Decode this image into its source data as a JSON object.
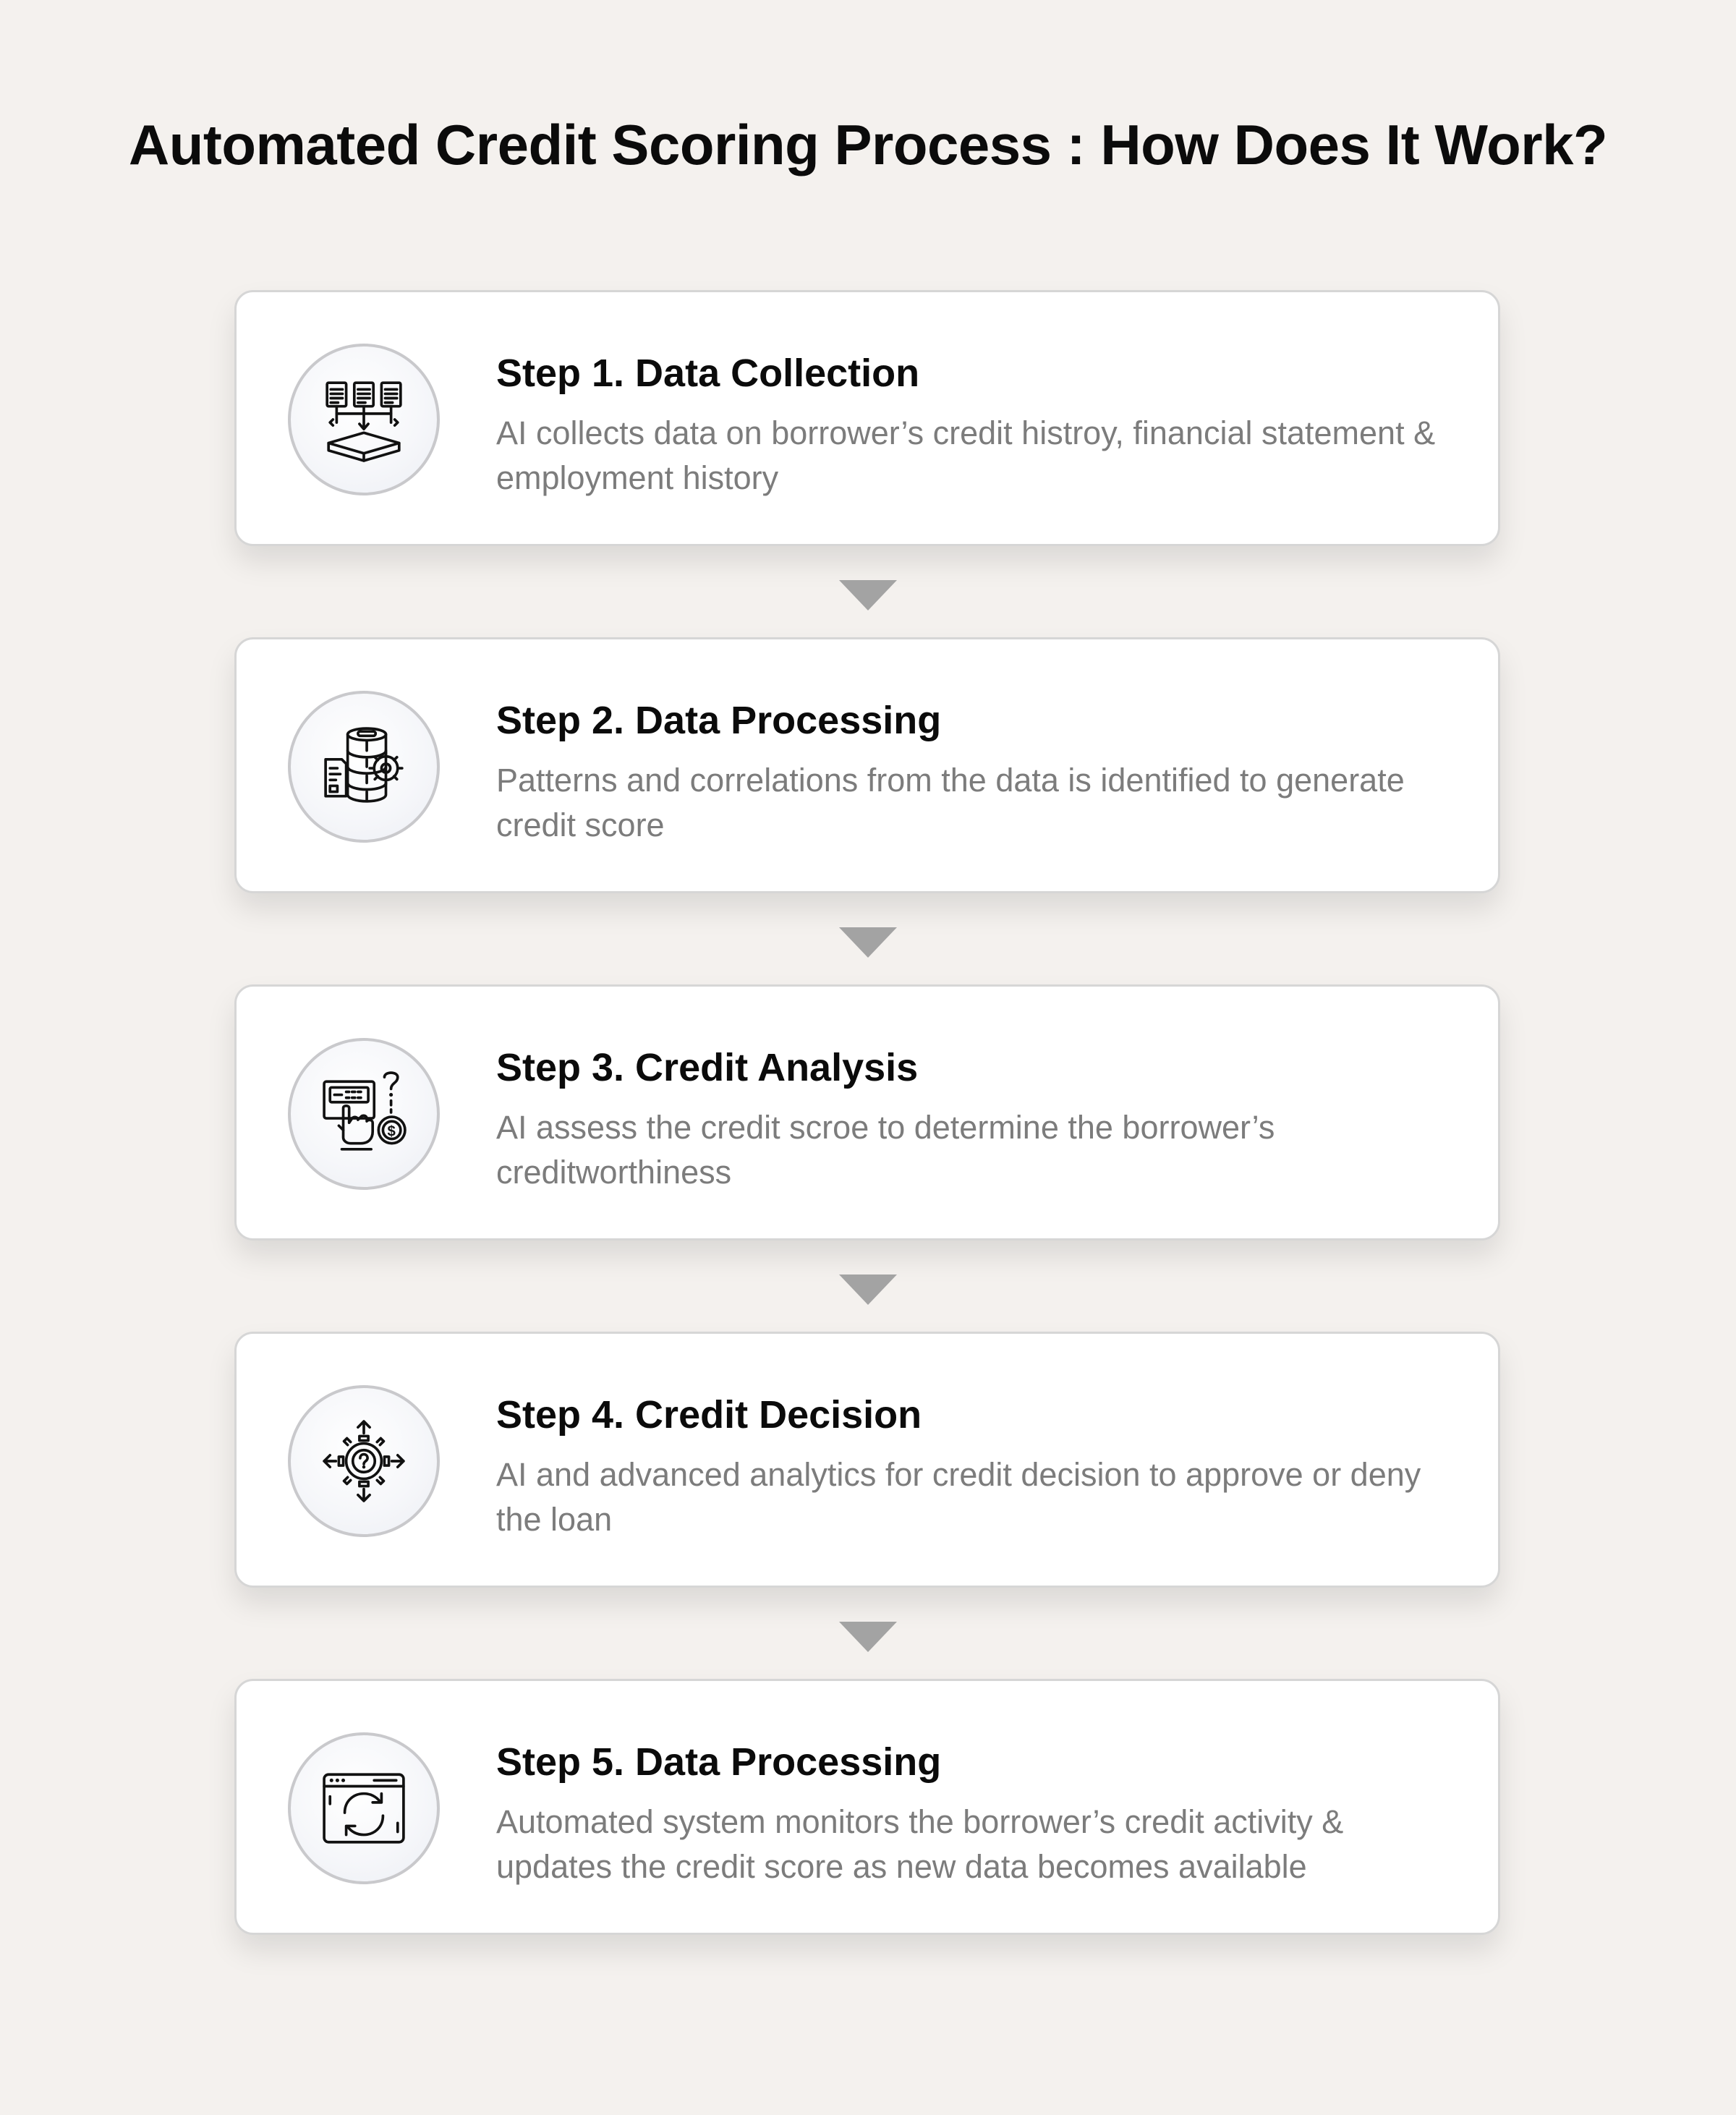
{
  "title": "Automated Credit Scoring Process : How Does It Work?",
  "steps": [
    {
      "title": "Step 1. Data Collection",
      "description": "AI collects data on borrower’s credit histroy, financial statement & employment history",
      "icon": "data-collection-icon"
    },
    {
      "title": "Step 2. Data Processing",
      "description": "Patterns and correlations from the data is identified to generate credit score",
      "icon": "database-gear-icon"
    },
    {
      "title": "Step 3. Credit Analysis",
      "description": "AI assess the credit scroe to determine the borrower’s creditworthiness",
      "icon": "credit-analysis-icon"
    },
    {
      "title": "Step 4. Credit Decision",
      "description": "AI and advanced analytics for credit decision to approve or deny the loan",
      "icon": "decision-gear-icon"
    },
    {
      "title": "Step 5. Data Processing",
      "description": "Automated system monitors the borrower’s credit activity & updates the credit score as new data becomes available",
      "icon": "browser-refresh-icon"
    }
  ],
  "colors": {
    "background": "#f4f1ee",
    "card": "#ffffff",
    "card_border": "#d6d6d6",
    "title_text": "#0b0b0b",
    "description_text": "#7c7c7c",
    "arrow": "#a3a3a3"
  }
}
